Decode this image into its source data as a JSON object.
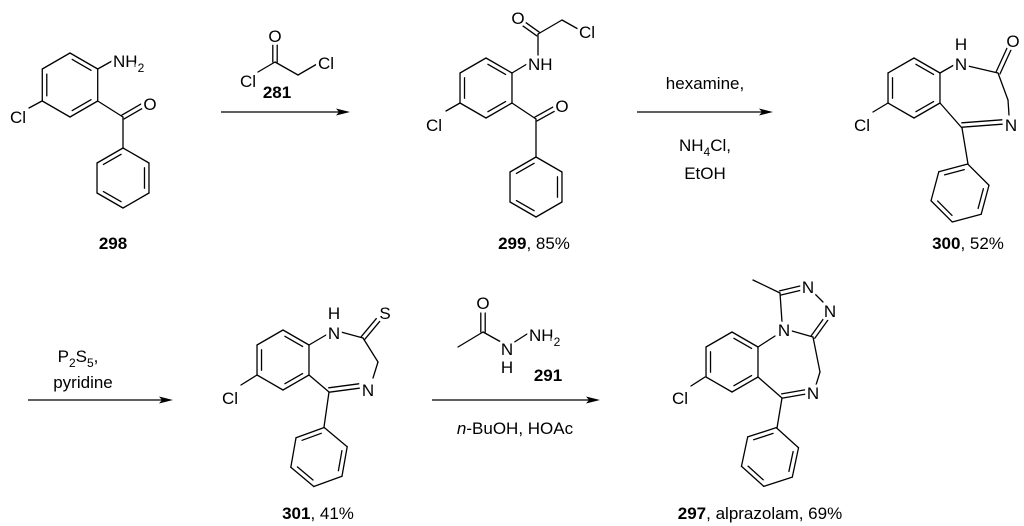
{
  "scheme": {
    "compounds": {
      "c298": {
        "label": "298",
        "atoms": {
          "cl": "Cl",
          "nh": "NH",
          "nh_sub": "2",
          "o": "O"
        }
      },
      "c281": {
        "label": "281",
        "atoms": {
          "cl1": "Cl",
          "cl2": "Cl",
          "o": "O"
        }
      },
      "c299": {
        "label": "299",
        "suffix": ", 85%",
        "atoms": {
          "cl_ring": "Cl",
          "nh": "NH",
          "o_amide": "O",
          "cl_chain": "Cl",
          "o_ketone": "O"
        }
      },
      "c300": {
        "label": "300",
        "suffix": ", 52%",
        "atoms": {
          "cl": "Cl",
          "n1": "N",
          "h1": "H",
          "o": "O",
          "n4": "N"
        }
      },
      "c301": {
        "label": "301",
        "suffix": ", 41%",
        "atoms": {
          "cl": "Cl",
          "n1": "N",
          "h1": "H",
          "s": "S",
          "n4": "N"
        }
      },
      "c291": {
        "label": "291",
        "atoms": {
          "o": "O",
          "n": "N",
          "h": "H",
          "nh": "NH",
          "nh_sub": "2"
        }
      },
      "c297": {
        "label": "297",
        "suffix": ", alprazolam, 69%",
        "atoms": {
          "cl": "Cl",
          "n_ring": "N",
          "n_a": "N",
          "n_b": "N",
          "n_imine": "N"
        }
      }
    },
    "conditions": {
      "step2": {
        "line1": "hexamine,",
        "line2_main": "NH",
        "line2_sub": "4",
        "line2_rest": "Cl,",
        "line3": "EtOH"
      },
      "step3": {
        "p": "P",
        "p_sub": "2",
        "s": "S",
        "s_sub": "5",
        "rest": ",",
        "line2": "pyridine"
      },
      "step4": {
        "italic": "n",
        "rest": "-BuOH, HOAc"
      }
    }
  }
}
